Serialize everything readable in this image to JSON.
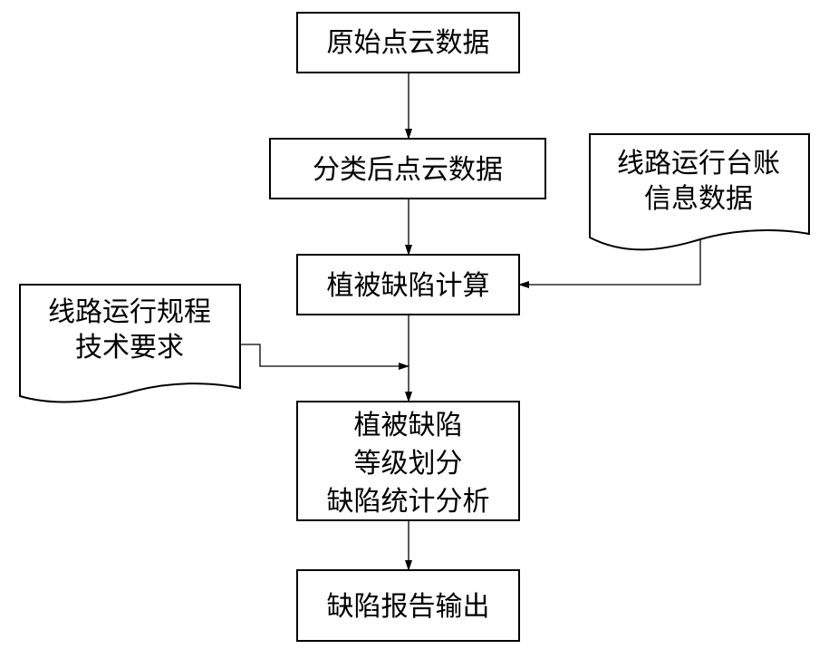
{
  "nodes": {
    "raw_point_cloud": {
      "lines": [
        "原始点云数据"
      ]
    },
    "classified_point_cloud": {
      "lines": [
        "分类后点云数据"
      ]
    },
    "vegetation_defect_calc": {
      "lines": [
        "植被缺陷计算"
      ]
    },
    "grading_statistics": {
      "lines": [
        "植被缺陷",
        "等级划分",
        "缺陷统计分析"
      ]
    },
    "defect_report_output": {
      "lines": [
        "缺陷报告输出"
      ]
    }
  },
  "documents": {
    "line_ledger_info": {
      "lines": [
        "线路运行台账",
        "信息数据"
      ]
    },
    "line_regulations": {
      "lines": [
        "线路运行规程",
        "技术要求"
      ]
    }
  }
}
